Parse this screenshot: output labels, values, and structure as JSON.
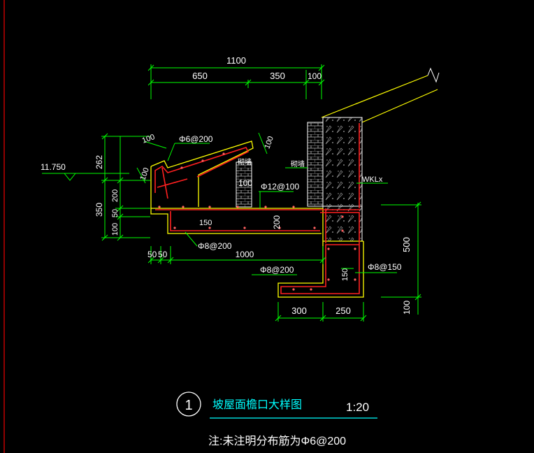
{
  "dimensions": {
    "top_total": "1100",
    "top_a": "650",
    "top_b": "350",
    "top_c": "100",
    "slope_100a": "100",
    "slope_100b": "100",
    "vert_100": "100",
    "inner_100": "100",
    "left_262": "262",
    "left_350": "350",
    "left_200": "200",
    "left_50": "50",
    "left_100": "100",
    "bottom_50a": "50",
    "bottom_50b": "50",
    "bottom_1000": "1000",
    "slab_150": "150",
    "slab_200": "200",
    "bottom_300": "300",
    "bottom_250": "250",
    "right_500": "500",
    "right_100": "100",
    "beam_150": "150"
  },
  "labels": {
    "elevation": "11.750",
    "rebar_top": "Φ6@200",
    "rebar_mid": "Φ12@100",
    "rebar_low": "Φ8@200",
    "rebar_low2": "Φ8@200",
    "rebar_beam": "Φ8@150",
    "wall_a": "砌墙",
    "wall_b": "砌墙",
    "beam_label": "WKLx"
  },
  "title": {
    "number": "1",
    "name": "坡屋面檐口大样图",
    "scale": "1:20",
    "note": "注:未注明分布筋为Φ6@200"
  },
  "colors": {
    "background": "#000000",
    "dimension": "#00ff00",
    "outline": "#ffff00",
    "rebar": "#ff2020",
    "text": "#ffffff",
    "title": "#00ffff",
    "border": "#c00000"
  }
}
